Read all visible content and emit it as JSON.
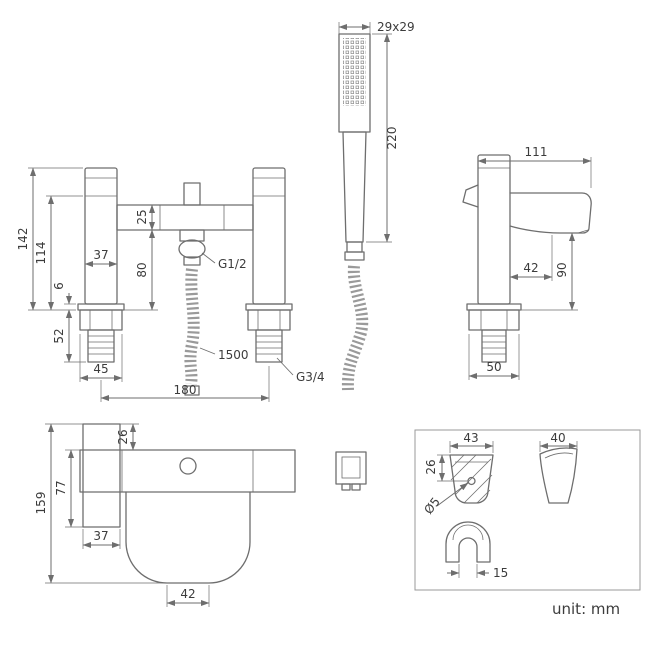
{
  "unit_label": "unit: mm",
  "colors": {
    "line": "#6e6e6e",
    "dim": "#6e6e6e",
    "text": "#3c3c3c",
    "hose": "#9a9a9a",
    "background": "#ffffff",
    "box_border": "#9a9a9a"
  },
  "front_view": {
    "dim_height_total": "142",
    "dim_height_body": "114",
    "dim_flange": "6",
    "dim_tail": "52",
    "dim_body_width": "37",
    "dim_riser_top": "25",
    "dim_riser_bottom": "80",
    "dim_base_width": "45",
    "dim_centres": "180",
    "label_shower_thread": "G1/2",
    "label_hose_length": "1500",
    "label_inlet_thread": "G3/4"
  },
  "handset_view": {
    "dim_head": "29x29",
    "dim_length": "220"
  },
  "side_view": {
    "dim_spout_reach": "111",
    "dim_body_offset": "42",
    "dim_spout_height": "90",
    "dim_base_width": "50"
  },
  "plan_view": {
    "dim_overhang": "26",
    "dim_handle_depth": "77",
    "dim_total_depth": "159",
    "dim_handle_width": "37",
    "dim_spout_width": "42"
  },
  "detail_view": {
    "dim_width": "43",
    "dim_depth": "40",
    "dim_height": "26",
    "dim_hole": "Ø5",
    "dim_slot": "15"
  }
}
